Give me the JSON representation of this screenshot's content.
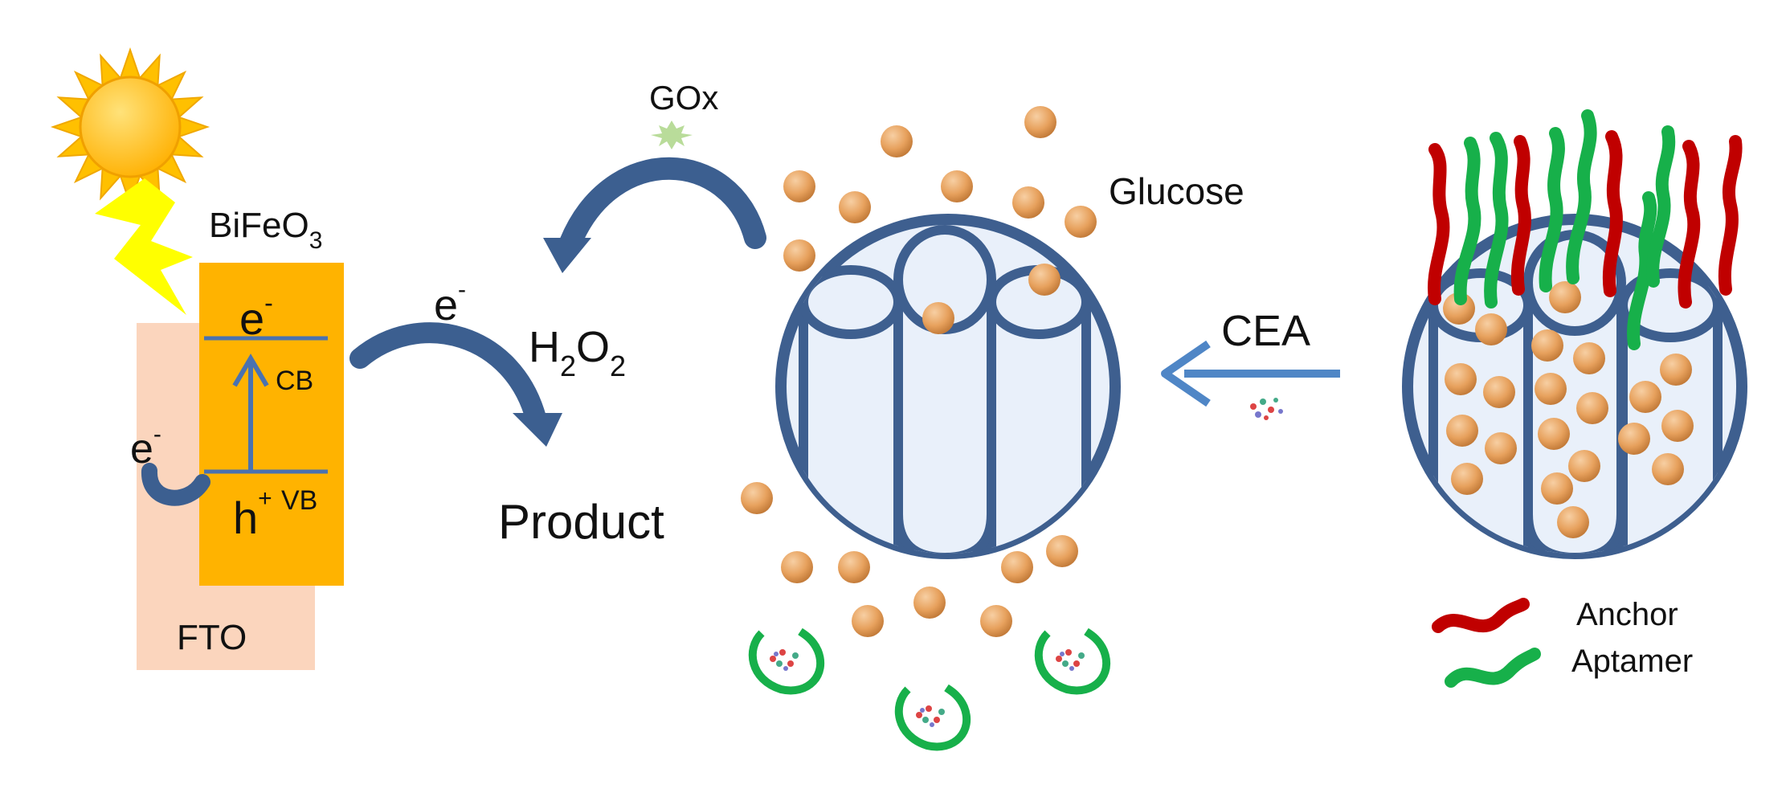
{
  "labels": {
    "material": "BiFeO",
    "material_sub": "3",
    "fto": "FTO",
    "electron": "e",
    "electron_sup": "-",
    "cb": "CB",
    "vb": "VB",
    "hole": "h",
    "hole_sup": "+",
    "h2o2_h": "H",
    "h2o2_sub1": "2",
    "h2o2_o": "O",
    "h2o2_sub2": "2",
    "product": "Product",
    "gox": "GOx",
    "glucose": "Glucose",
    "cea": "CEA",
    "anchor": "Anchor",
    "aptamer": "Aptamer"
  },
  "colors": {
    "fto": "#fbd5bd",
    "bifeo3": "#ffb300",
    "band_line": "#4a72b0",
    "arrow_dark": "#3c5f90",
    "arrow_light": "#4f86c6",
    "silica": "#3e5f8f",
    "silica_fill": "#e9f0fa",
    "glucose": "#e7a15d",
    "anchor": "#c00000",
    "aptamer": "#17b04a",
    "sun": "#ffc000",
    "lightning": "#ffff00",
    "gox": "#b9dc9a"
  },
  "icons": {
    "sun": "sun-icon",
    "lightning": "lightning-icon",
    "gox": "gox-enzyme-icon",
    "cea": "cea-protein-icon"
  }
}
